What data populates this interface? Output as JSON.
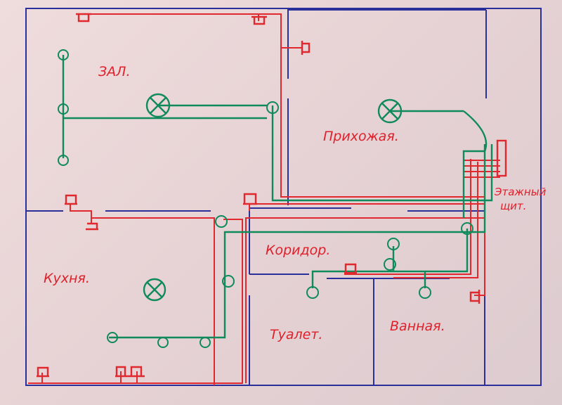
{
  "title": "Electrical wiring plan",
  "rooms": {
    "hall": "ЗАЛ.",
    "entry": "Прихожая.",
    "corridor": "Коридор.",
    "kitchen": "Кухня.",
    "toilet": "Туалет.",
    "bathroom": "Ванная."
  },
  "panel": {
    "line1": "Этажный",
    "line2": "щит."
  },
  "colors": {
    "walls": "#2a2f9a",
    "power_wiring": "#e0282e",
    "lighting_wiring": "#0f8a5a"
  }
}
